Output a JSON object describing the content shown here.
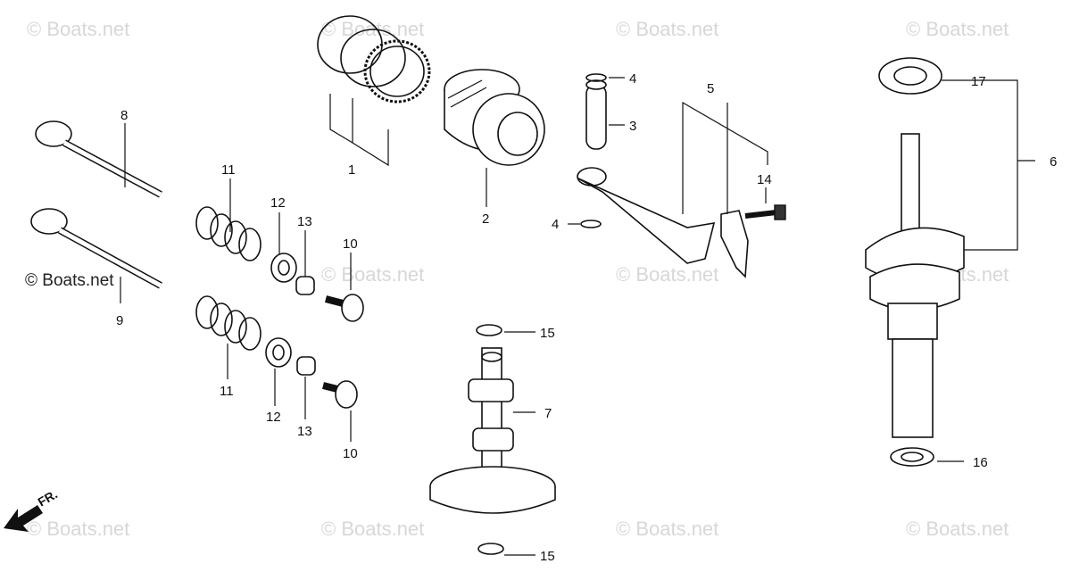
{
  "watermarks": {
    "text": "© Boats.net",
    "foreground_text": "© Boats.net"
  },
  "front_indicator": {
    "label": "FR."
  },
  "callouts": [
    {
      "id": "c1",
      "label": "1"
    },
    {
      "id": "c2",
      "label": "2"
    },
    {
      "id": "c3",
      "label": "3"
    },
    {
      "id": "c4a",
      "label": "4"
    },
    {
      "id": "c4b",
      "label": "4"
    },
    {
      "id": "c5",
      "label": "5"
    },
    {
      "id": "c6",
      "label": "6"
    },
    {
      "id": "c7",
      "label": "7"
    },
    {
      "id": "c8",
      "label": "8"
    },
    {
      "id": "c9",
      "label": "9"
    },
    {
      "id": "c10a",
      "label": "10"
    },
    {
      "id": "c10b",
      "label": "10"
    },
    {
      "id": "c11a",
      "label": "11"
    },
    {
      "id": "c11b",
      "label": "11"
    },
    {
      "id": "c12a",
      "label": "12"
    },
    {
      "id": "c12b",
      "label": "12"
    },
    {
      "id": "c13a",
      "label": "13"
    },
    {
      "id": "c13b",
      "label": "13"
    },
    {
      "id": "c14",
      "label": "14"
    },
    {
      "id": "c15a",
      "label": "15"
    },
    {
      "id": "c15b",
      "label": "15"
    },
    {
      "id": "c16",
      "label": "16"
    },
    {
      "id": "c17",
      "label": "17"
    }
  ],
  "colors": {
    "line": "#111111",
    "watermark": "#d7d7d7",
    "background": "#ffffff"
  }
}
